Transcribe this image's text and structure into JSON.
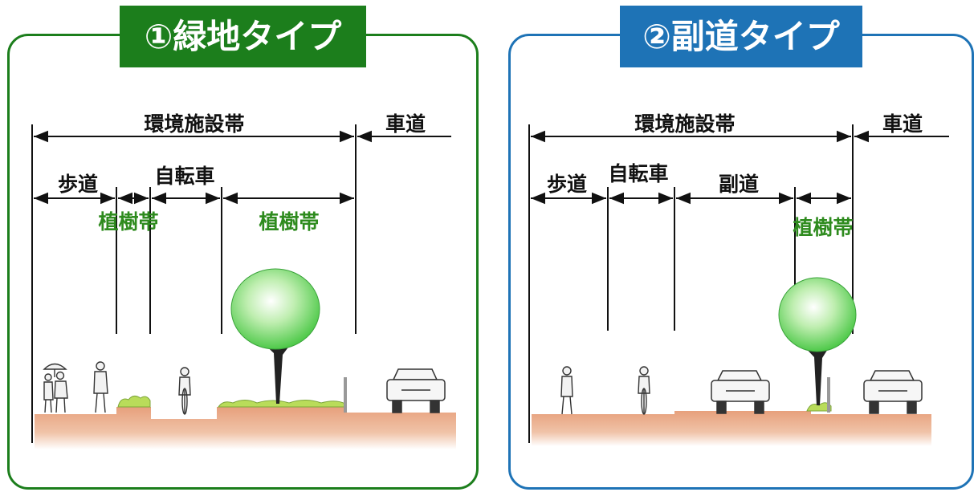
{
  "colors": {
    "green": "#1c7e1c",
    "blue": "#1e73b6",
    "planting_label": "#2e8b1e",
    "ground": "#e9a987"
  },
  "panels": [
    {
      "title": "①緑地タイプ",
      "labels": {
        "zone": "環境施設帯",
        "roadway": "車道",
        "sidewalk": "歩道",
        "bicycle": "自転車",
        "planting1": "植樹帯",
        "planting2": "植樹帯"
      }
    },
    {
      "title": "②副道タイプ",
      "labels": {
        "zone": "環境施設帯",
        "roadway": "車道",
        "sidewalk": "歩道",
        "bicycle": "自転車",
        "side_road": "副道",
        "planting": "植樹帯"
      }
    }
  ]
}
